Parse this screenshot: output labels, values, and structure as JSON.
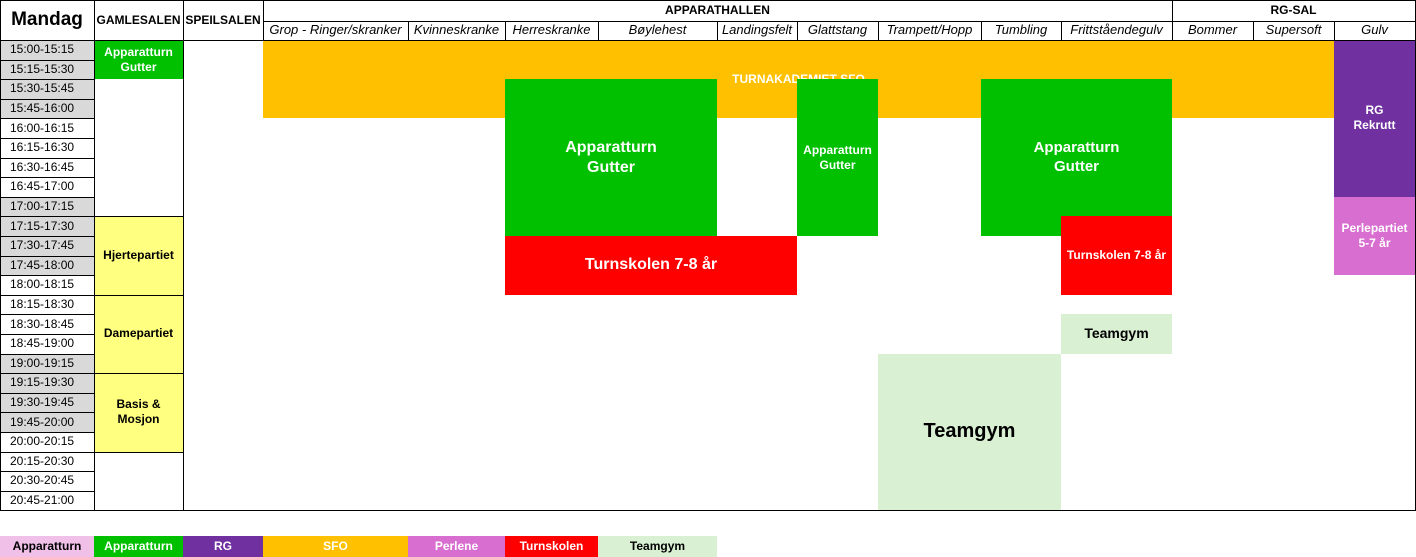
{
  "day": "Mandag",
  "halls": {
    "gamlesalen": "GAMLESALEN",
    "speilsalen": "SPEILSALEN",
    "apparathallen": "APPARATHALLEN",
    "rgsal": "RG-SAL"
  },
  "apparatus": [
    "Grop - Ringer/skranker",
    "Kvinneskranke",
    "Herreskranke",
    "Bøylehest",
    "Landingsfelt",
    "Glattstang",
    "Trampett/Hopp",
    "Tumbling",
    "Frittståendegulv"
  ],
  "rg_columns": [
    "Bommer",
    "Supersoft",
    "Gulv"
  ],
  "times": [
    "15:00-15:15",
    "15:15-15:30",
    "15:30-15:45",
    "15:45-16:00",
    "16:00-16:15",
    "16:15-16:30",
    "16:30-16:45",
    "16:45-17:00",
    "17:00-17:15",
    "17:15-17:30",
    "17:30-17:45",
    "17:45-18:00",
    "18:00-18:15",
    "18:15-18:30",
    "18:30-18:45",
    "18:45-19:00",
    "19:00-19:15",
    "19:15-19:30",
    "19:30-19:45",
    "19:45-20:00",
    "20:00-20:15",
    "20:15-20:30",
    "20:30-20:45",
    "20:45-21:00"
  ],
  "blocks": {
    "gaml_app": "Apparatturn\nGutter",
    "sfo": "TURNAKADEMIET SFO",
    "app1": "Apparatturn\nGutter",
    "app2": "Apparatturn\nGutter",
    "app3": "Apparatturn\nGutter",
    "rg": "RG\nRekrutt",
    "perle": "Perlepartiet\n5-7 år",
    "hjerte": "Hjertepartiet",
    "dame": "Damepartiet",
    "basis": "Basis &\nMosjon",
    "turn1": "Turnskolen 7-8 år",
    "turn2": "Turnskolen 7-8 år",
    "team_small": "Teamgym",
    "team_big": "Teamgym"
  },
  "legend": [
    "Apparatturn",
    "Apparatturn",
    "RG",
    "SFO",
    "Perlene",
    "Turnskolen",
    "Teamgym"
  ],
  "colors": {
    "green": "#00c000",
    "orange": "#ffc000",
    "purple": "#7030a0",
    "pink": "#d86ed0",
    "red": "#ff0000",
    "yellow": "#ffff80",
    "lightgreen": "#d9f0d3",
    "gray": "#d9d9d9",
    "lightpink": "#f0c0e8"
  }
}
